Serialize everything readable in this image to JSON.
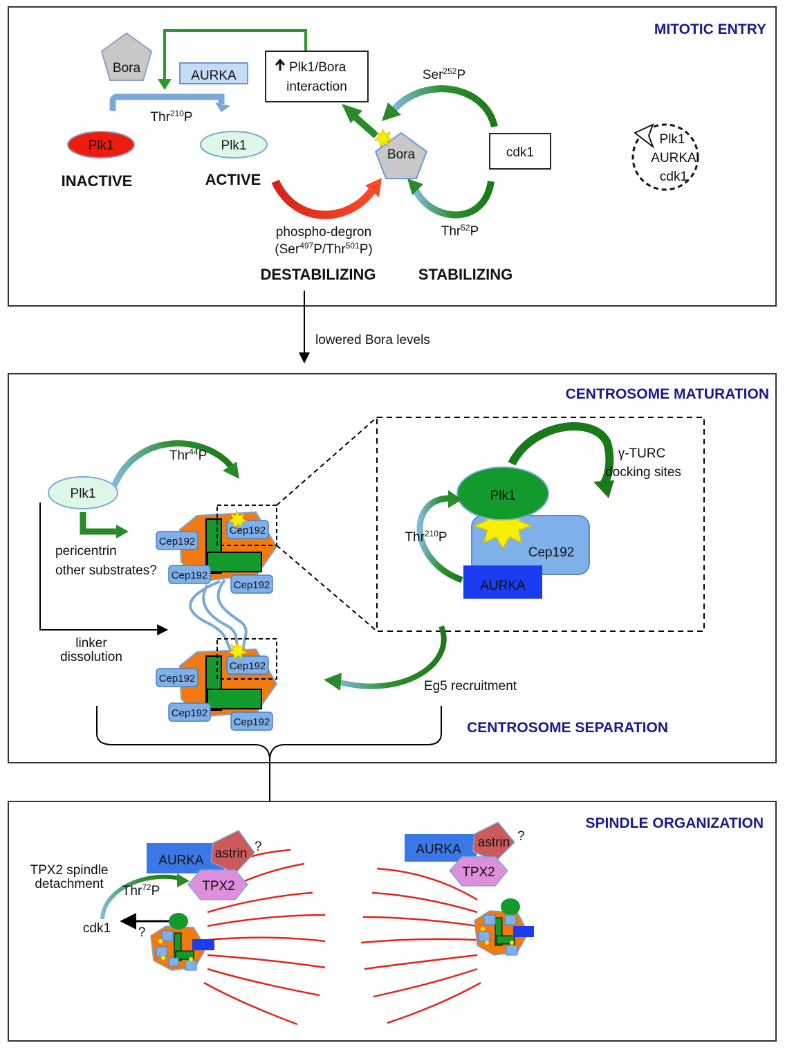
{
  "panels": {
    "mitotic_entry": {
      "title": "MITOTIC ENTRY",
      "bora_label": "Bora",
      "aurka_label": "AURKA",
      "thr210p_base": "Thr",
      "thr210p_sup": "210",
      "thr210p_tail": "P",
      "plk1_inactive": "Plk1",
      "plk1_active": "Plk1",
      "inactive_label": "INACTIVE",
      "active_label": "ACTIVE",
      "interaction_line1": "Plk1/Bora",
      "interaction_line2": "interaction",
      "ser252p_base": "Ser",
      "ser252p_sup": "252",
      "ser252p_tail": "P",
      "bora_center": "Bora",
      "cdk1_label": "cdk1",
      "thr52p_base": "Thr",
      "thr52p_sup": "52",
      "thr52p_tail": "P",
      "degron_line1": "phospho-degron",
      "degron_a": "(Ser",
      "degron_a_sup": "497",
      "degron_b": "P/Thr",
      "degron_b_sup": "501",
      "degron_c": "P)",
      "destabilizing": "DESTABILIZING",
      "stabilizing": "STABILIZING",
      "loop_plk1": "Plk1",
      "loop_aurka": "AURKA",
      "loop_cdk1": "cdk1"
    },
    "transition": {
      "label": "lowered Bora levels"
    },
    "centrosome": {
      "title": "CENTROSOME MATURATION",
      "plk1": "Plk1",
      "thr44p_base": "Thr",
      "thr44p_sup": "44",
      "thr44p_tail": "P",
      "pericentrin": "pericentrin",
      "other_substrates": "other substrates?",
      "cep192": "Cep192",
      "linker1": "linker",
      "linker2": "dissolution",
      "gamma_turc": "γ-TURC",
      "docking_sites": "docking sites",
      "zoom_plk1": "Plk1",
      "zoom_cep192": "Cep192",
      "zoom_aurka": "AURKA",
      "zoom_thr210_base": "Thr",
      "zoom_thr210_sup": "210",
      "zoom_thr210_tail": "P",
      "eg5": "Eg5 recruitment",
      "separation_title": "CENTROSOME SEPARATION"
    },
    "spindle": {
      "title": "SPINDLE ORGANIZATION",
      "aurka": "AURKA",
      "astrin": "astrin",
      "question": "?",
      "tpx2": "TPX2",
      "detach1": "TPX2 spindle",
      "detach2": "detachment",
      "thr72p_base": "Thr",
      "thr72p_sup": "72",
      "thr72p_tail": "P",
      "cdk1": "cdk1",
      "cdk1_question": "?"
    }
  },
  "colors": {
    "plk1_inactive": "#ee1c0c",
    "plk1_active": "#dff7e6",
    "green_arrow": "#2a8a2a",
    "red_arrow": "#e0301e",
    "header_blue": "#1a1a8c",
    "aurka_blue": "#2f6fe8",
    "cep192_blue": "#7fb0ea",
    "centriole_orange": "#f07a10",
    "centriole_green": "#139a2c",
    "tpx2_pink": "#dd8fdc",
    "astrin_red": "#cc5a5a",
    "microtubule_red": "#e5231b",
    "bora_gray": "#c8c8c8"
  }
}
